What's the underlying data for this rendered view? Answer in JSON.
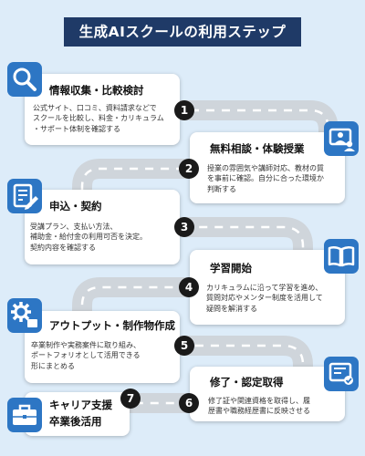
{
  "title": "生成AIスクールの利用ステップ",
  "colors": {
    "background": "#ddecf9",
    "title_bg": "#1f3a67",
    "icon_bg": "#2d76c4",
    "road": "#cfd5db",
    "number_badge": "#1a1a1a"
  },
  "steps": [
    {
      "number": "1",
      "heading": "情報収集・比較検討",
      "icon": "search-icon",
      "lines": [
        "公式サイト、口コミ、資料請求などで",
        "スクールを比較し、料金・カリキュラム",
        "・サポート体制を確認する"
      ]
    },
    {
      "number": "2",
      "heading": "無料相談・体験授業",
      "icon": "video-consultation-icon",
      "lines": [
        "授業の雰囲気や講師対応、教材の質",
        "を事前に確認。自分に合った環境か",
        "判断する"
      ]
    },
    {
      "number": "3",
      "heading": "申込・契約",
      "icon": "form-edit-icon",
      "lines": [
        "受講プラン、支払い方法、",
        "補助金・給付金の利用可否を決定。",
        "契約内容を確認する"
      ]
    },
    {
      "number": "4",
      "heading": "学習開始",
      "icon": "book-icon",
      "lines": [
        "カリキュラムに沿って学習を進め、",
        "質問対応やメンター制度を活用して",
        "疑問を解消する"
      ]
    },
    {
      "number": "5",
      "heading": "アウトプット・制作物作成",
      "icon": "gear-output-icon",
      "lines": [
        "卒業制作や実務案件に取り組み、",
        "ポートフォリオとして活用できる",
        "形にまとめる"
      ]
    },
    {
      "number": "6",
      "heading": "修了・認定取得",
      "icon": "certificate-icon",
      "lines": [
        "修了証や関連資格を取得し、履",
        "歴書や職務経歴書に反映させる"
      ]
    },
    {
      "number": "7",
      "heading": "キャリア支援",
      "heading2": "卒業後活用",
      "icon": "briefcase-icon",
      "lines": []
    }
  ]
}
